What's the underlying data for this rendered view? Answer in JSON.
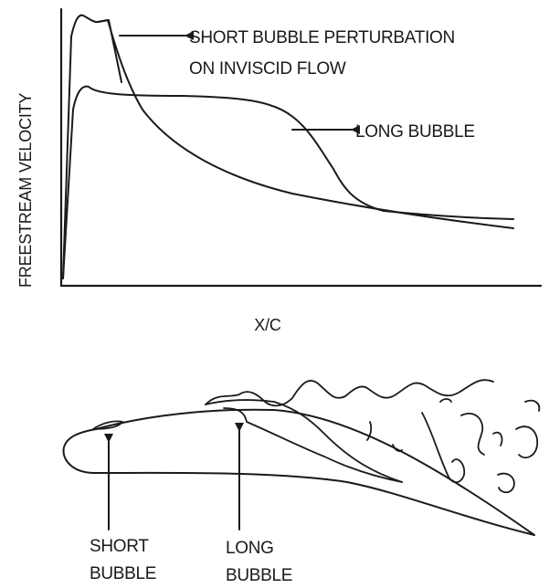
{
  "top_plot": {
    "y_axis_label": "FREESTREAM VELOCITY",
    "x_axis_label": "X/C",
    "annotation_short_line1": "SHORT BUBBLE PERTURBATION",
    "annotation_short_line2": "ON INVISCID FLOW",
    "annotation_long": "LONG BUBBLE"
  },
  "airfoil": {
    "short_label_line1": "SHORT",
    "short_label_line2": "BUBBLE",
    "long_label_line1": "LONG",
    "long_label_line2": "BUBBLE"
  }
}
